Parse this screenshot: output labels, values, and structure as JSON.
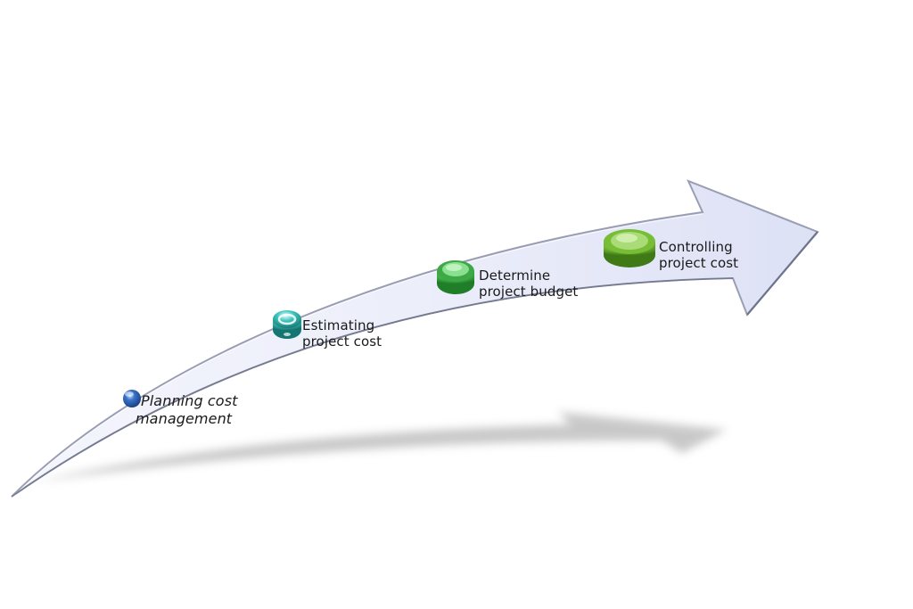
{
  "diagram": {
    "type": "curved-arrow-process",
    "arrow_fill": "#e4e7f7",
    "arrow_stroke": "#8c90a6",
    "shadow_color": "#c8c8c8",
    "steps": [
      {
        "line1": "Planning cost",
        "line2": "management",
        "marker_color": "#2f5fa8",
        "marker_shape": "sphere"
      },
      {
        "line1": "Estimating",
        "line2": "project cost",
        "marker_color": "#2aa9a4",
        "marker_shape": "ring-button"
      },
      {
        "line1": "Determine",
        "line2": "project budget",
        "marker_color": "#46b84e",
        "marker_shape": "round-button"
      },
      {
        "line1": "Controlling",
        "line2": "project cost",
        "marker_color": "#7cc23a",
        "marker_shape": "round-button"
      }
    ]
  }
}
